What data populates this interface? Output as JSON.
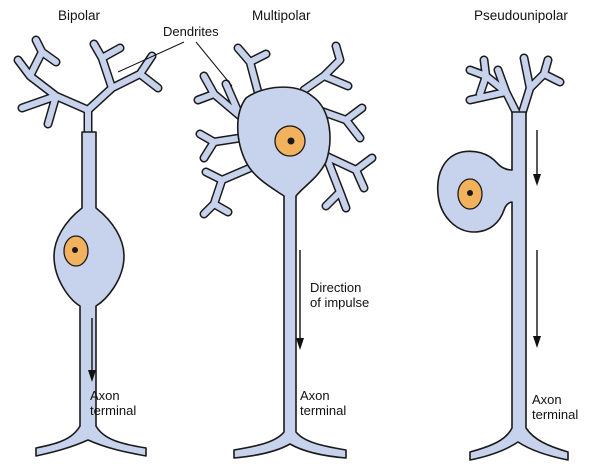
{
  "labels": {
    "bipolar": "Bipolar",
    "multipolar": "Multipolar",
    "pseudounipolar": "Pseudounipolar",
    "dendrites": "Dendrites",
    "direction_line1": "Direction",
    "direction_line2": "of impulse",
    "axon_line1": "Axon",
    "axon_line2": "terminal"
  },
  "colors": {
    "cell_body": "#c7d3ec",
    "nucleus": "#f2b15d",
    "outline": "#1a1a1a"
  }
}
